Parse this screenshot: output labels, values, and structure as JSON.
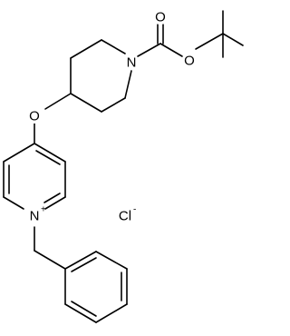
{
  "atoms": {
    "carbonyl_oxygen": "O",
    "ester_oxygen": "O",
    "piperidine_nitrogen": "N",
    "ether_oxygen": "O",
    "pyridinium_nitrogen": "N",
    "pyridinium_charge": "+",
    "chloride": "Cl",
    "chloride_charge": "-"
  }
}
